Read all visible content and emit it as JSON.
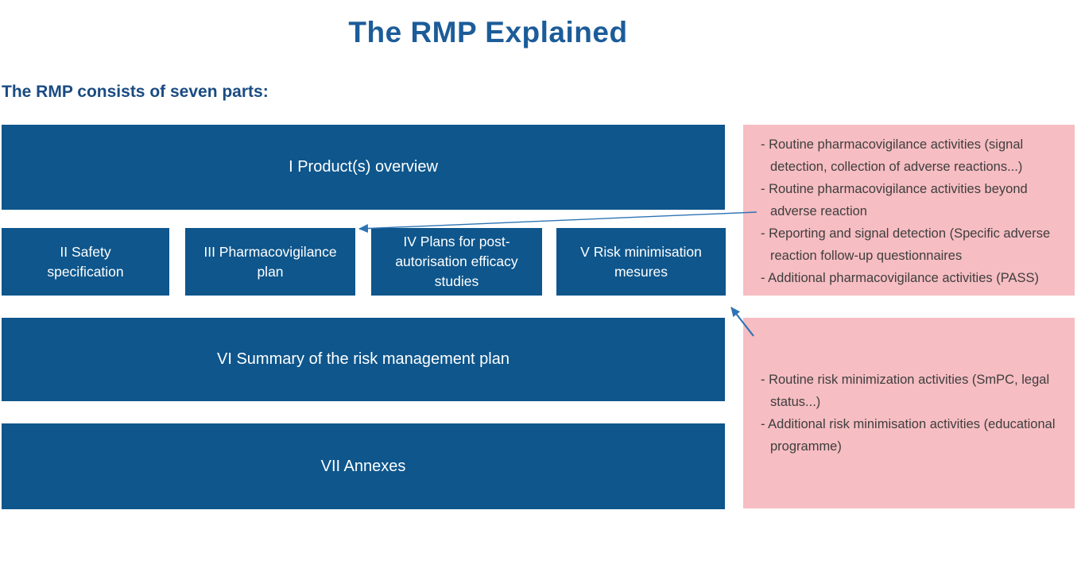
{
  "title": "The RMP Explained",
  "subtitle": "The RMP consists of seven parts:",
  "parts": {
    "p1": "I Product(s) overview",
    "p2": "II Safety specification",
    "p3": "III Pharmacovigilance plan",
    "p4": "IV Plans for post-autorisation efficacy studies",
    "p5": "V Risk minimisation mesures",
    "p6": "VI Summary of the risk management plan",
    "p7": "VII Annexes"
  },
  "notes": {
    "pharmacovigilance": {
      "items": [
        "Routine pharmacovigilance activities (signal detection, collection of adverse reactions...)",
        "Routine pharmacovigilance activities beyond adverse reaction",
        "Reporting and signal detection (Specific adverse reaction follow-up questionnaires",
        "Additional pharmacovigilance activities (PASS)"
      ]
    },
    "risk_minimisation": {
      "items": [
        "Routine risk minimization activities (SmPC, legal status...)",
        "Additional risk minimisation activities (educational programme)"
      ]
    }
  },
  "colors": {
    "box_blue": "#0E568C",
    "note_pink": "#F6BDC2",
    "title_blue": "#1C5C99",
    "subtitle_blue": "#1A4B82",
    "note_text": "#3E3E3E",
    "arrow_blue": "#2E74B5"
  }
}
